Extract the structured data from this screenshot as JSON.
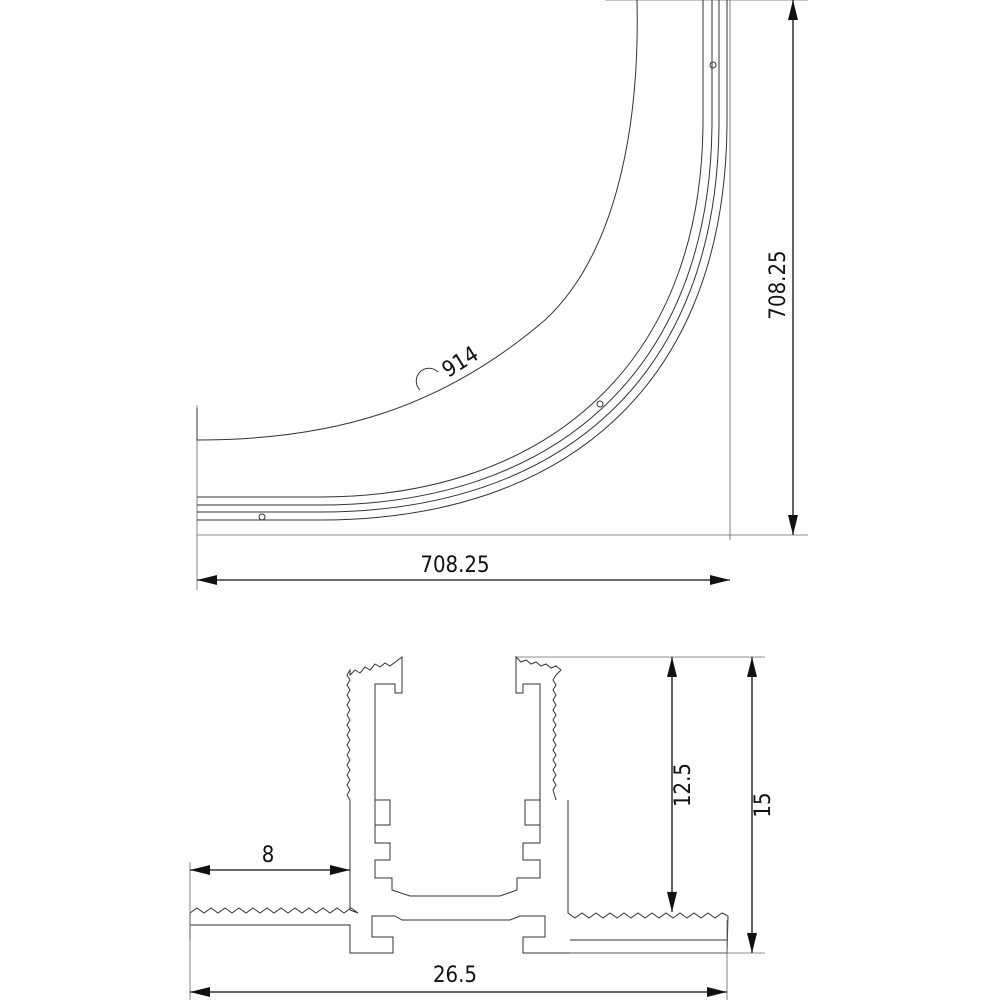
{
  "top_view": {
    "radius_label": "914",
    "width_label": "708.25",
    "height_label": "708.25"
  },
  "profile": {
    "flange_label": "8",
    "inner_height_label": "12.5",
    "total_height_label": "15",
    "total_width_label": "26.5"
  },
  "colors": {
    "line": "#333333",
    "background": "#ffffff"
  }
}
